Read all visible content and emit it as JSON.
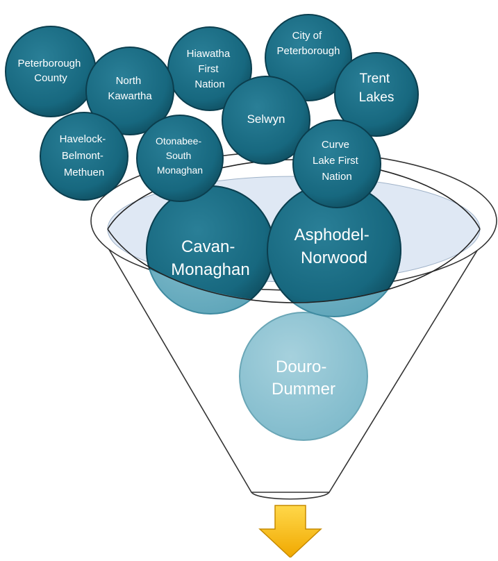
{
  "diagram": {
    "colors": {
      "circle_dark": "#17687f",
      "circle_dark_edge": "#0b3e4e",
      "circle_light": "#6aaec0",
      "circle_faded": "#8fc4d2",
      "funnel_stroke": "#333333",
      "funnel_fill": "#ffffff",
      "rim_fill": "#dfe8f4",
      "arrow_fill": "#f5b800",
      "arrow_edge": "#c68a00",
      "text": "#ffffff"
    },
    "top_circles": {
      "peterborough_county": [
        "Peterborough",
        "County"
      ],
      "north_kawartha": [
        "North",
        "Kawartha"
      ],
      "hiawatha": [
        "Hiawatha",
        "First",
        "Nation"
      ],
      "city_of_peterborough": [
        "City of",
        "Peterborough"
      ],
      "trent_lakes": [
        "Trent",
        "Lakes"
      ],
      "havelock": [
        "Havelock-",
        "Belmont-",
        "Methuen"
      ],
      "otonabee": [
        "Otonabee-",
        "South",
        "Monaghan"
      ],
      "selwyn": [
        "Selwyn"
      ],
      "curve_lake": [
        "Curve",
        "Lake First",
        "Nation"
      ]
    },
    "funnel_circles": {
      "cavan_monaghan": [
        "Cavan-",
        "Monaghan"
      ],
      "asphodel_norwood": [
        "Asphodel-",
        "Norwood"
      ],
      "douro_dummer": [
        "Douro-",
        "Dummer"
      ]
    }
  }
}
